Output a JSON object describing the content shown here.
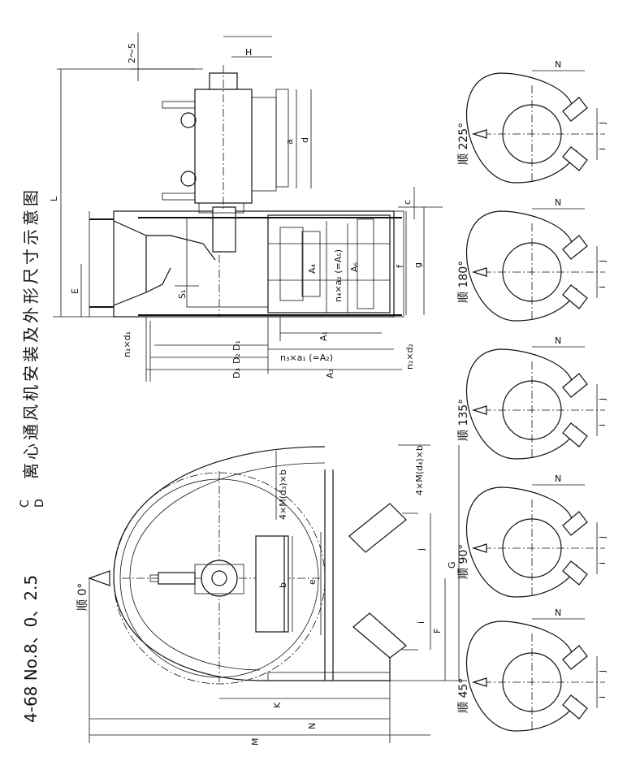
{
  "drawing_title": "离心通风机安装及外形尺寸示意图",
  "model_prefix": "4-68 No.8、0、2.5",
  "model_sup": "C",
  "model_sub": "D",
  "side_view": {
    "dims": {
      "gap": "2～5",
      "H": "H",
      "L": "L",
      "E": "E",
      "a": "a",
      "d": "d",
      "c": "c",
      "f": "f",
      "g": "g",
      "S1": "S₁",
      "A4": "A₄",
      "n4": "n₄×a₂ (=A₅)",
      "A6": "A₆",
      "n1d1": "n₁×d₁",
      "D1": "D₁",
      "D2": "D₂",
      "D3": "D₃",
      "A1": "A₁",
      "n3": "n₃×a₁ (=A₂)",
      "A3": "A₃",
      "n2d2": "n₂×d₂"
    }
  },
  "front_view": {
    "label": "顺 0°",
    "dims": {
      "md3": "4×M(d₃)×b",
      "md4": "4×M(d₄)×b",
      "b": "b",
      "e": "e",
      "j": "j",
      "i": "i",
      "G": "G",
      "F": "F",
      "K": "K",
      "N": "N",
      "M": "M"
    }
  },
  "orientations": [
    {
      "label": "顺 225°",
      "N": "N",
      "j": "j",
      "i": "i"
    },
    {
      "label": "顺 180°",
      "N": "N",
      "j": "j",
      "i": "i"
    },
    {
      "label": "顺 135°",
      "N": "N",
      "j": "j",
      "i": "i"
    },
    {
      "label": "顺 90°",
      "N": "N",
      "j": "j",
      "i": "i"
    },
    {
      "label": "顺 45°",
      "N": "N",
      "j": "j",
      "i": "i"
    }
  ]
}
